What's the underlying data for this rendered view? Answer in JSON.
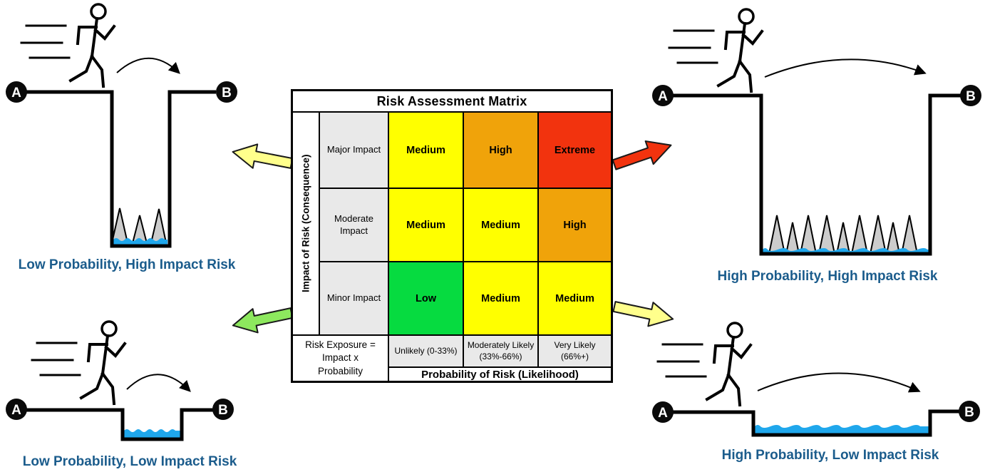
{
  "matrix": {
    "title": "Risk Assessment Matrix",
    "y_axis_label": "Impact of Risk (Consequence)",
    "x_axis_label": "Probability of Risk (Likelihood)",
    "corner_label": "Risk Exposure = Impact x Probability",
    "probability_levels": [
      "Unlikely (0-33%)",
      "Moderately Likely (33%-66%)",
      "Very Likely (66%+)"
    ],
    "rows": [
      {
        "impact": "Major Impact",
        "cells": [
          {
            "label": "Medium",
            "color": "#FFFF00"
          },
          {
            "label": "High",
            "color": "#F0A30A"
          },
          {
            "label": "Extreme",
            "color": "#F2330E"
          }
        ]
      },
      {
        "impact": "Moderate Impact",
        "cells": [
          {
            "label": "Medium",
            "color": "#FFFF00"
          },
          {
            "label": "Medium",
            "color": "#FFFF00"
          },
          {
            "label": "High",
            "color": "#F0A30A"
          }
        ]
      },
      {
        "impact": "Minor Impact",
        "cells": [
          {
            "label": "Low",
            "color": "#06DB40"
          },
          {
            "label": "Medium",
            "color": "#FFFF00"
          },
          {
            "label": "Medium",
            "color": "#FFFF00"
          }
        ]
      }
    ]
  },
  "badges": {
    "start": "A",
    "end": "B"
  },
  "scenarios": {
    "top_left": {
      "caption": "Low Probability, High Impact Risk"
    },
    "top_right": {
      "caption": "High Probability, High Impact Risk"
    },
    "bottom_left": {
      "caption": "Low Probability, Low Impact Risk"
    },
    "bottom_right": {
      "caption": "High Probability, Low Impact Risk"
    }
  },
  "colors": {
    "arrow_yellow": "#FFFF8C",
    "arrow_red": "#F2330E",
    "arrow_green": "#8DE85E",
    "water": "#1FA7EC",
    "spike": "#CCCCCC",
    "caption_text": "#1B5C8C",
    "header_gray": "#E9E9E9"
  }
}
